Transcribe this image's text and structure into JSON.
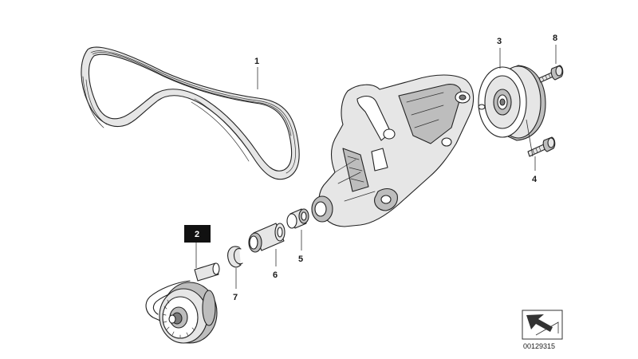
{
  "labels": {
    "belt": "1",
    "tensioner": "2",
    "pulley": "3",
    "pulley_bolt_upper": "8",
    "pulley_bolt_lower": "4",
    "bushing": "5",
    "sleeve": "6",
    "circlip": "7"
  },
  "diagram_id": "00129315"
}
